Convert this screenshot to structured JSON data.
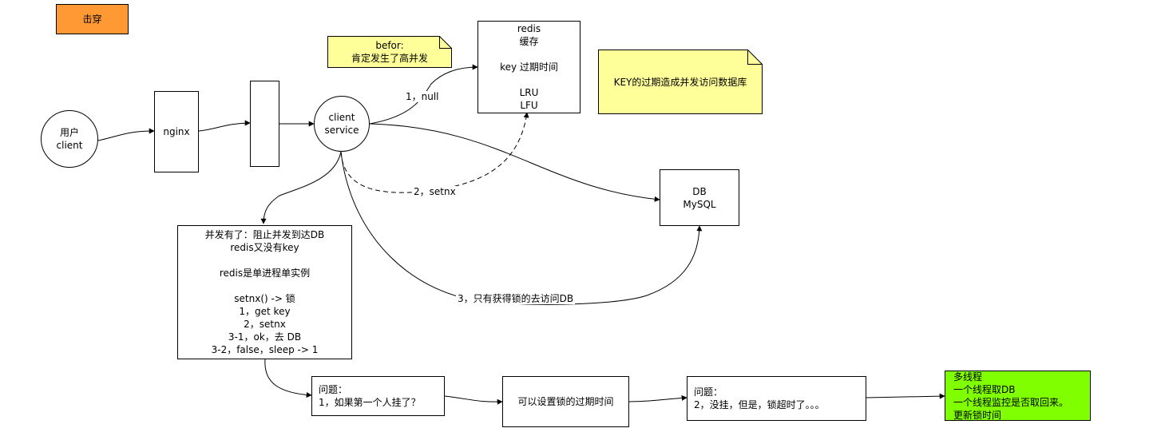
{
  "title_tag": {
    "label": "击穿",
    "color": "#FF9933"
  },
  "nodes": {
    "user": {
      "lines": [
        "用户",
        "client"
      ]
    },
    "nginx": {
      "label": "nginx"
    },
    "middle": {
      "label": ""
    },
    "client_service": {
      "lines": [
        "client",
        "service"
      ]
    },
    "redis": {
      "lines": [
        "redis",
        "缓存",
        "",
        "key 过期时间",
        "",
        "LRU",
        "LFU"
      ]
    },
    "db": {
      "lines": [
        "DB",
        "MySQL"
      ]
    },
    "concurrency": {
      "lines": [
        "并发有了：阻止并发到达DB",
        "redis又没有key",
        "",
        "redis是单进程单实例",
        "",
        "setnx()  ->  锁",
        "1，get key",
        "2，setnx",
        "3-1，ok，去 DB",
        "3-2，false，sleep  -> 1"
      ]
    },
    "q1": {
      "lines": [
        "问题：",
        "1，如果第一个人挂了？"
      ]
    },
    "expire": {
      "label": "可以设置锁的过期时间"
    },
    "q2": {
      "lines": [
        "问题：",
        "2，没挂，但是，锁超时了。。。"
      ]
    },
    "multithread": {
      "lines": [
        "多线程",
        "一个线程取DB",
        "一个线程监控是否取回来。",
        "更新锁时间"
      ],
      "color": "#80FF00"
    }
  },
  "notes": {
    "before": {
      "lines": [
        "befor:",
        "肯定发生了高并发"
      ],
      "color": "#FFFF99"
    },
    "key_expire": {
      "label": "KEY的过期造成并发访问数据库",
      "color": "#FFFF99"
    }
  },
  "edges": {
    "null_label": "1，null",
    "setnx_label": "2，setnx",
    "lock_label": "3，只有获得锁的去访问DB"
  },
  "colors": {
    "stroke": "#000000",
    "background": "#ffffff"
  }
}
